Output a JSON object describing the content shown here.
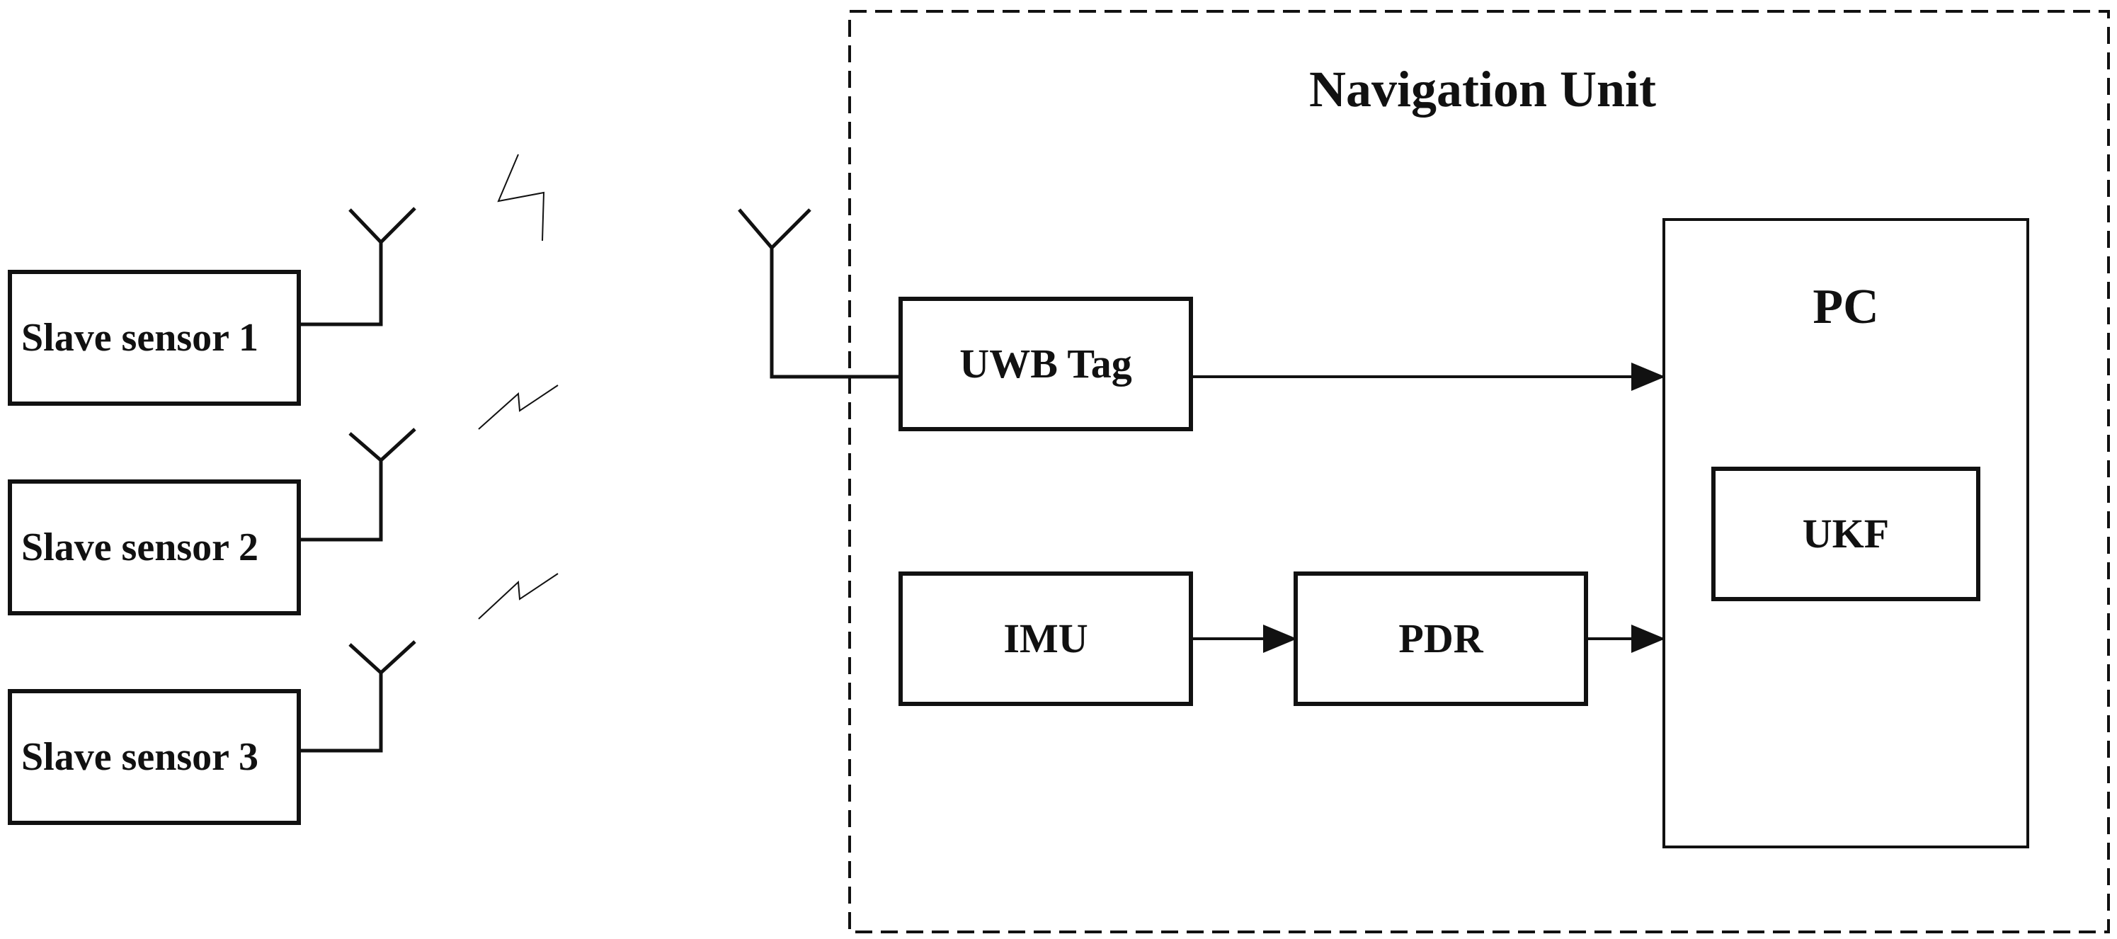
{
  "title": "Navigation Unit",
  "sensors": [
    {
      "id": "s1",
      "label": "Slave sensor 1"
    },
    {
      "id": "s2",
      "label": "Slave sensor 2"
    },
    {
      "id": "s3",
      "label": "Slave sensor 3"
    }
  ],
  "blocks": {
    "uwb_tag": "UWB Tag",
    "imu": "IMU",
    "pdr": "PDR",
    "pc": "PC",
    "ukf": "UKF"
  },
  "colors": {
    "stroke": "#111111",
    "background": "#ffffff"
  }
}
